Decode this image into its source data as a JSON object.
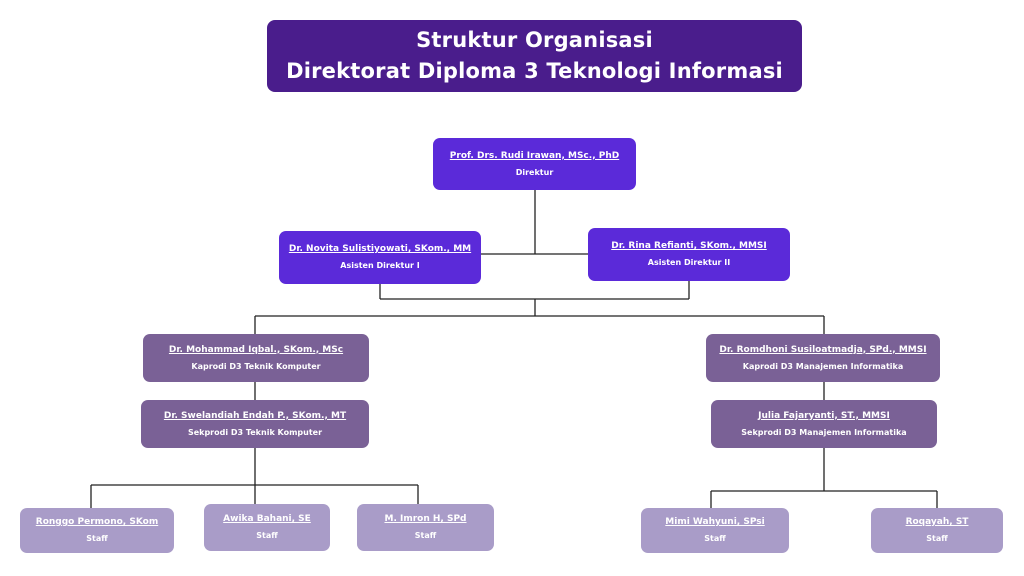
{
  "title": {
    "line1": "Struktur Organisasi",
    "line2": "Direktorat Diploma 3 Teknologi Informasi"
  },
  "colors": {
    "title_bg": "#4a1d8c",
    "leadership": "#5b2ad9",
    "program_heads": "#7a6196",
    "staff": "#a99cc8",
    "connector": "#222222"
  },
  "nodes": {
    "direktur": {
      "name": "Prof. Drs. Rudi Irawan, MSc., PhD",
      "role": "Direktur"
    },
    "asdir1": {
      "name": "Dr. Novita Sulistiyowati, SKom., MM",
      "role": "Asisten Direktur I"
    },
    "asdir2": {
      "name": "Dr. Rina Refianti, SKom., MMSI",
      "role": "Asisten Direktur II"
    },
    "kaprodi_tk": {
      "name": "Dr. Mohammad Iqbal., SKom., MSc",
      "role": "Kaprodi D3 Teknik Komputer"
    },
    "sekprodi_tk": {
      "name": "Dr. Swelandiah Endah P., SKom., MT",
      "role": "Sekprodi D3 Teknik Komputer"
    },
    "kaprodi_mi": {
      "name": "Dr. Romdhoni Susiloatmadja, SPd., MMSI",
      "role": "Kaprodi D3 Manajemen Informatika"
    },
    "sekprodi_mi": {
      "name": "Julia Fajaryanti, ST., MMSI",
      "role": "Sekprodi D3 Manajemen Informatika"
    },
    "staff1": {
      "name": "Ronggo Permono, SKom",
      "role": "Staff"
    },
    "staff2": {
      "name": "Awika Bahani, SE",
      "role": "Staff"
    },
    "staff3": {
      "name": "M. Imron H, SPd",
      "role": "Staff"
    },
    "staff4": {
      "name": "Mimi Wahyuni, SPsi",
      "role": "Staff"
    },
    "staff5": {
      "name": "Roqayah, ST",
      "role": "Staff"
    }
  }
}
